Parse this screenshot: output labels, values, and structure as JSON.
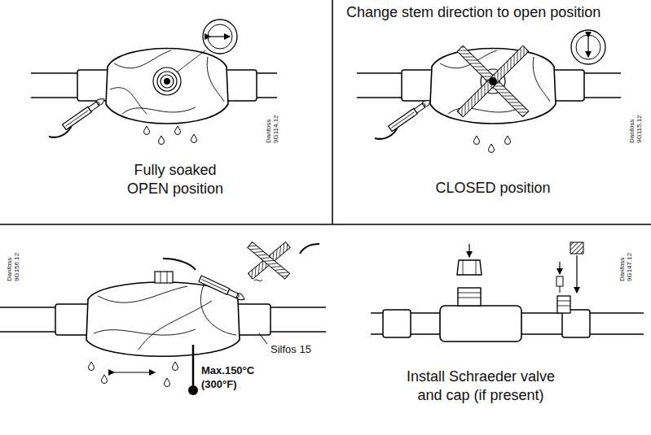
{
  "diagram": {
    "labels": [
      "Fully soaked OPEN position",
      "Danfoss 9G114.12",
      "Change stem direction to open position",
      "CLOSED position",
      "Danfoss 9G115.12",
      "Danfoss 9G156.12",
      "Max.150°C (300°F)",
      "Silfos 15",
      "Danfoss 9G147.12",
      "Install Schraeder valve and cap (if present)"
    ]
  }
}
